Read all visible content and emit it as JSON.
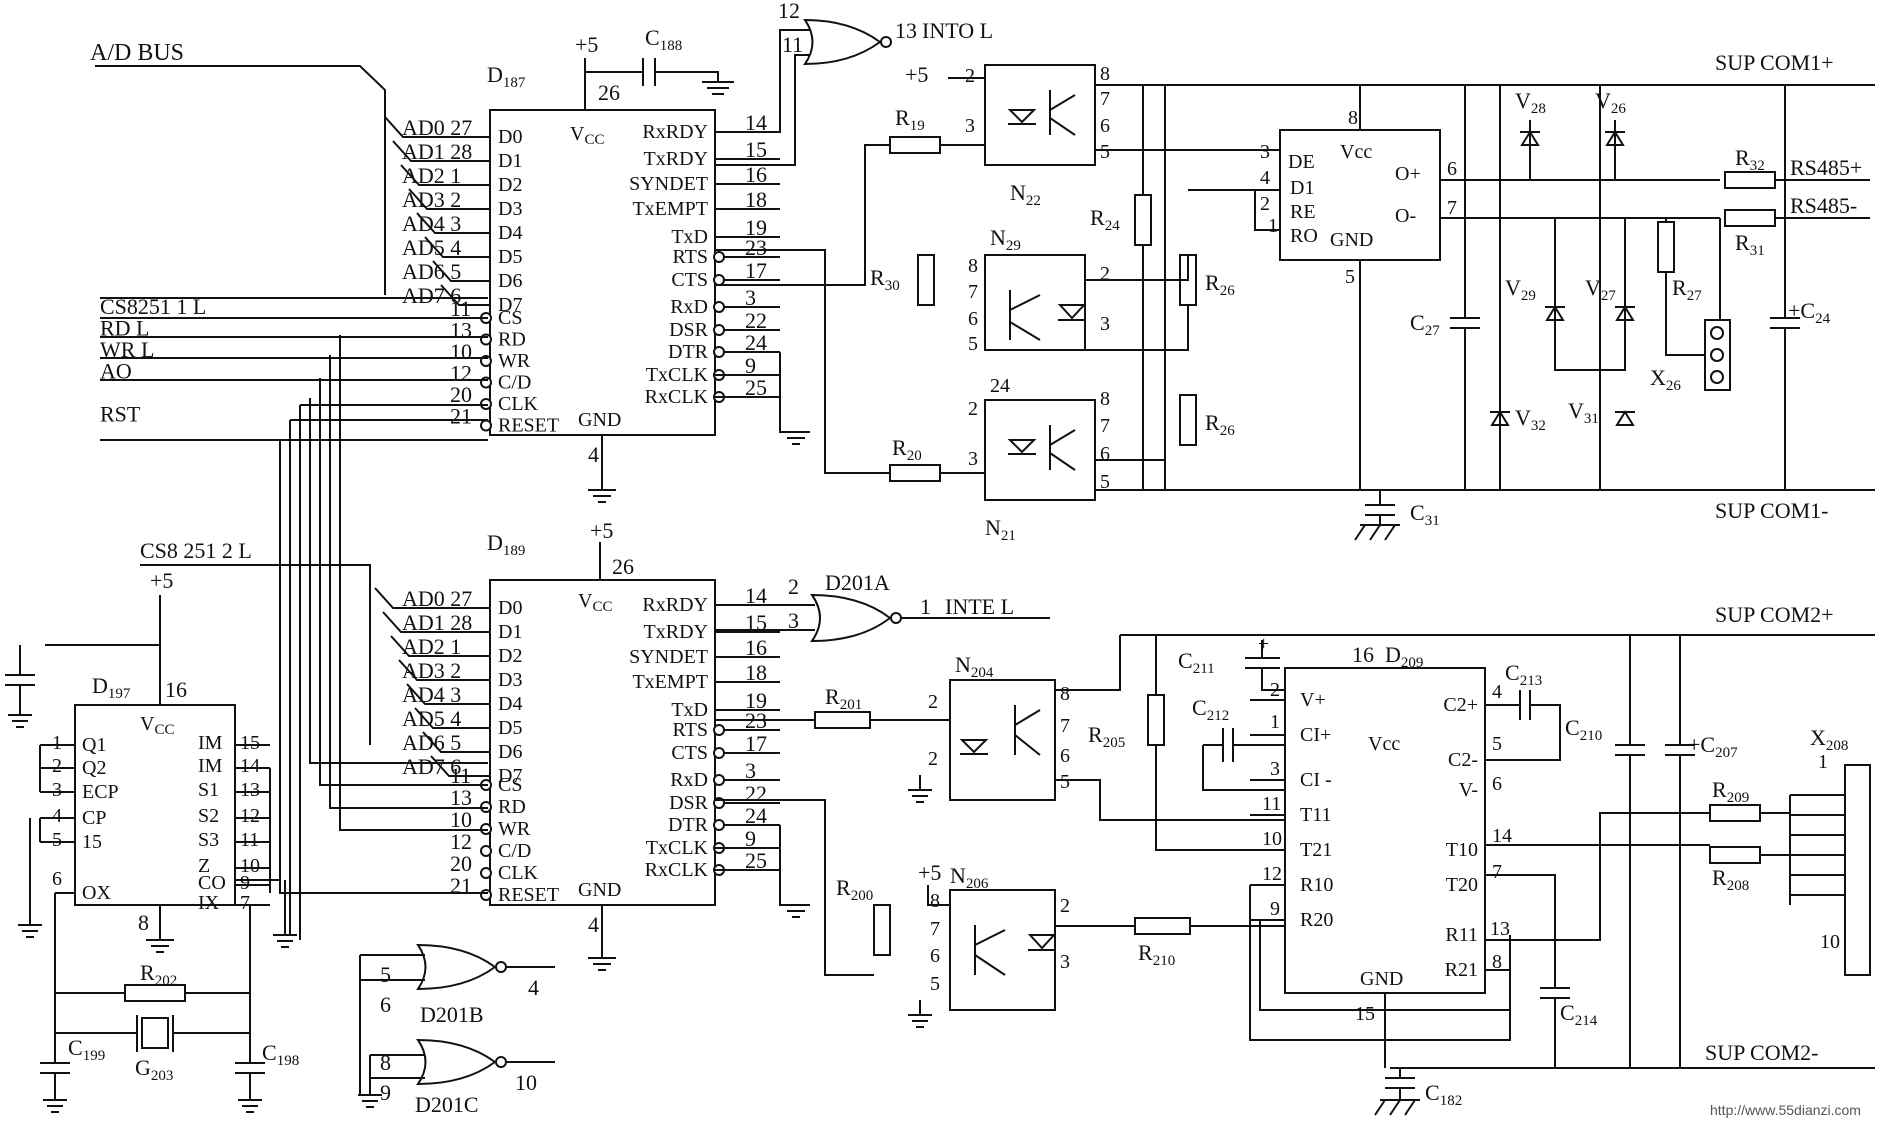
{
  "ad_bus": "A/D BUS",
  "sup_com1_plus": "SUP COM1+",
  "sup_com1_minus": "SUP COM1-",
  "sup_com2_plus": "SUP COM2+",
  "sup_com2_minus": "SUP COM2-",
  "rs485_plus": "RS485+",
  "rs485_minus": "RS485-",
  "watermark": "http://www.55dianzi.com",
  "plus5": "+5",
  "vcc": "Vcc",
  "gnd": "GND",
  "d187": {
    "name": "D187",
    "data_pins": [
      {
        "bus": "AD0",
        "n": "27",
        "pin": "D0"
      },
      {
        "bus": "AD1",
        "n": "28",
        "pin": "D1"
      },
      {
        "bus": "AD2",
        "n": "1",
        "pin": "D2"
      },
      {
        "bus": "AD3",
        "n": "2",
        "pin": "D3"
      },
      {
        "bus": "AD4",
        "n": "3",
        "pin": "D4"
      },
      {
        "bus": "AD5",
        "n": "4",
        "pin": "D5"
      },
      {
        "bus": "AD6",
        "n": "5",
        "pin": "D6"
      },
      {
        "bus": "AD7",
        "n": "6",
        "pin": "D7"
      }
    ],
    "ctrl_pins": [
      {
        "sig": "CS8251 1 L",
        "n": "11",
        "pin": "CS"
      },
      {
        "sig": "RD L",
        "n": "13",
        "pin": "RD"
      },
      {
        "sig": "WR L",
        "n": "10",
        "pin": "WR"
      },
      {
        "sig": "AO",
        "n": "12",
        "pin": "C/D"
      },
      {
        "sig": "",
        "n": "20",
        "pin": "CLK"
      },
      {
        "sig": "RST",
        "n": "21",
        "pin": "RESET"
      }
    ],
    "right_pins": [
      {
        "pin": "RxRDY",
        "n": "14"
      },
      {
        "pin": "TxRDY",
        "n": "15"
      },
      {
        "pin": "SYNDET",
        "n": "16"
      },
      {
        "pin": "TxEMPT",
        "n": "18"
      },
      {
        "pin": "TxD",
        "n": "19"
      },
      {
        "pin": "RTS",
        "n": "23"
      },
      {
        "pin": "CTS",
        "n": "17"
      },
      {
        "pin": "RxD",
        "n": "3"
      },
      {
        "pin": "DSR",
        "n": "22"
      },
      {
        "pin": "DTR",
        "n": "24"
      },
      {
        "pin": "TxCLK",
        "n": "9"
      },
      {
        "pin": "RxCLK",
        "n": "25"
      }
    ],
    "vcc_pin": "26",
    "gnd_pin": "4"
  },
  "d189": {
    "name": "D189",
    "cs_label": "CS8 251 2 L",
    "data_pins": [
      {
        "bus": "AD0",
        "n": "27",
        "pin": "D0"
      },
      {
        "bus": "AD1",
        "n": "28",
        "pin": "D1"
      },
      {
        "bus": "AD2",
        "n": "1",
        "pin": "D2"
      },
      {
        "bus": "AD3",
        "n": "2",
        "pin": "D3"
      },
      {
        "bus": "AD4",
        "n": "3",
        "pin": "D4"
      },
      {
        "bus": "AD5",
        "n": "4",
        "pin": "D5"
      },
      {
        "bus": "AD6",
        "n": "5",
        "pin": "D6"
      },
      {
        "bus": "AD7",
        "n": "6",
        "pin": "D7"
      }
    ],
    "ctrl_pins": [
      {
        "n": "11",
        "pin": "CS"
      },
      {
        "n": "13",
        "pin": "RD"
      },
      {
        "n": "10",
        "pin": "WR"
      },
      {
        "n": "12",
        "pin": "C/D"
      },
      {
        "n": "20",
        "pin": "CLK"
      },
      {
        "n": "21",
        "pin": "RESET"
      }
    ],
    "vcc_pin": "26",
    "gnd_pin": "4"
  },
  "d197": {
    "name": "D197",
    "vcc_pin": "16",
    "gnd_pin": "8",
    "left_pins": [
      {
        "n": "1",
        "pin": "Q1"
      },
      {
        "n": "2",
        "pin": "Q2"
      },
      {
        "n": "3",
        "pin": "ECP"
      },
      {
        "n": "4",
        "pin": "CP"
      },
      {
        "n": "5",
        "pin": "15"
      },
      {
        "n": "6",
        "pin": "OX"
      }
    ],
    "right_pins": [
      {
        "n": "15",
        "pin": "IM"
      },
      {
        "n": "14",
        "pin": "IM"
      },
      {
        "n": "13",
        "pin": "S1"
      },
      {
        "n": "12",
        "pin": "S2"
      },
      {
        "n": "11",
        "pin": "S3"
      },
      {
        "n": "10",
        "pin": "Z"
      },
      {
        "n": "9",
        "pin": "CO"
      },
      {
        "n": "7",
        "pin": "IX"
      }
    ]
  },
  "gates": {
    "top": {
      "in1": "12",
      "in2": "11",
      "out": "13",
      "label": "INTO L"
    },
    "d201a": {
      "name": "D201A",
      "in1": "2",
      "in2": "3",
      "out": "1",
      "label": "INTE L"
    },
    "d201b": {
      "name": "D201B",
      "in1": "5",
      "in2": "6",
      "out": "4"
    },
    "d201c": {
      "name": "D201C",
      "in1": "8",
      "in2": "9",
      "out": "10"
    }
  },
  "d209": {
    "name": "D209",
    "pins_left": [
      "V+",
      "CI+",
      "CI -",
      "T11",
      "T21",
      "R10",
      "R20"
    ],
    "pins_right": [
      "C2+",
      "C2-",
      "V-",
      "T10",
      "T20",
      "R11",
      "R21"
    ]
  },
  "optos": [
    "N22",
    "N29",
    "N21",
    "N204",
    "N206"
  ],
  "resistors": [
    "R19",
    "R30",
    "R20",
    "R24",
    "R26",
    "R26",
    "R27",
    "R31",
    "R32",
    "R201",
    "R205",
    "R200",
    "R210",
    "R202",
    "R209",
    "R208"
  ],
  "capacitors": [
    "C188",
    "C27",
    "C24",
    "C31",
    "C211",
    "C212",
    "C213",
    "C210",
    "C207",
    "C214",
    "C182",
    "C199",
    "C198"
  ],
  "diodes": [
    "V28",
    "V26",
    "V29",
    "V27",
    "V32",
    "V31"
  ],
  "connectors": [
    "X26",
    "X208"
  ],
  "crystal": "G203"
}
